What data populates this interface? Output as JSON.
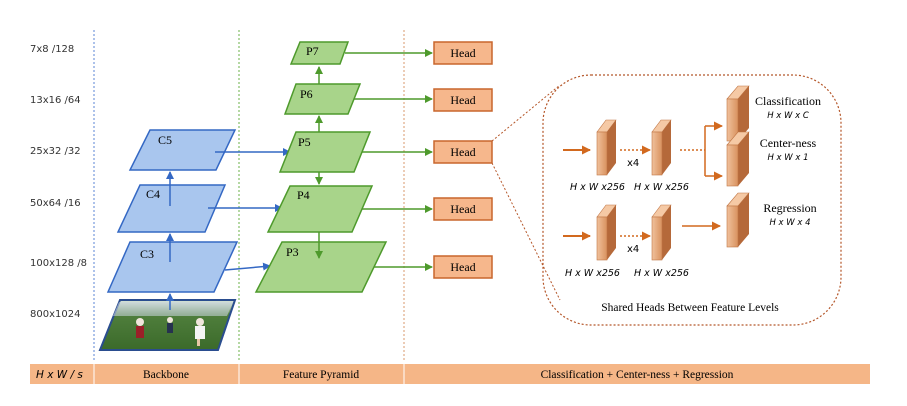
{
  "resolutions": [
    "7x8  /128",
    "13x16  /64",
    "25x32  /32",
    "50x64  /16",
    "100x128  /8",
    "800x1024"
  ],
  "backbone_labels": [
    "C5",
    "C4",
    "C3"
  ],
  "pyramid_labels": [
    "P7",
    "P6",
    "P5",
    "P4",
    "P3"
  ],
  "head_label": "Head",
  "tower_labels": {
    "hw256": "H x W x256",
    "x4": "x4"
  },
  "outputs": {
    "classification": "Classification",
    "classification_dim": "H x W x C",
    "centerness": "Center-ness",
    "centerness_dim": "H x W x 1",
    "regression": "Regression",
    "regression_dim": "H x W x 4"
  },
  "shared_caption": "Shared Heads Between Feature Levels",
  "footer": {
    "hw": "H x W  / s",
    "backbone": "Backbone",
    "pyramid": "Feature Pyramid",
    "heads": "Classification + Center-ness + Regression"
  },
  "colors": {
    "backbone_fill": "#a9c6ee",
    "backbone_stroke": "#3468c4",
    "pyramid_fill": "#a8d48a",
    "pyramid_stroke": "#4e9a2c",
    "head_fill": "#f6b78c",
    "head_stroke": "#c8662d",
    "footer_fill": "#f5b687",
    "arrow_orange": "#d2691e"
  }
}
